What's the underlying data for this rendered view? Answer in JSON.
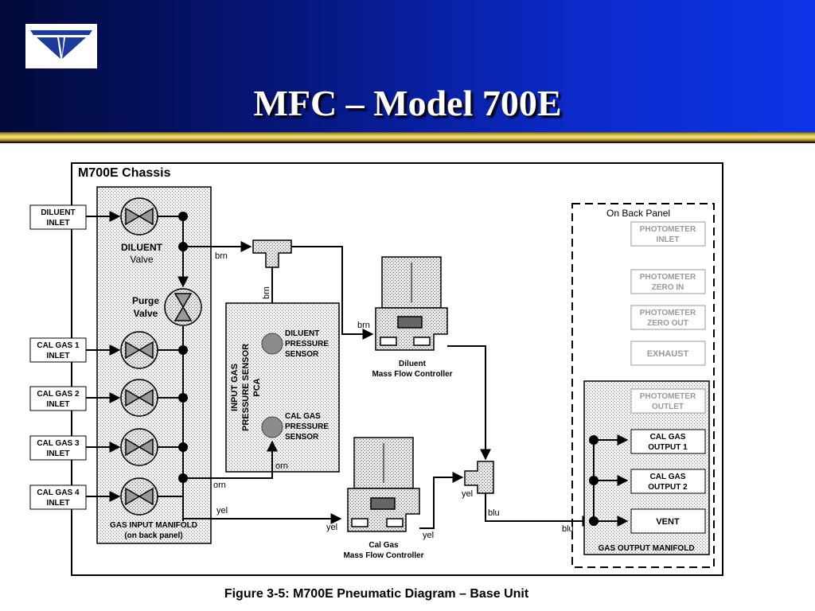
{
  "slide": {
    "title": "MFC – Model 700E",
    "logo_icon": "teledyne-logo-icon",
    "colors": {
      "header_dark": "#020a3a",
      "header_light": "#0d34e8",
      "rule_gold": "#d8c24a"
    }
  },
  "diagram": {
    "chassis_label": "M700E Chassis",
    "inlets": {
      "diluent": [
        "DILUENT",
        "INLET"
      ],
      "cal1": [
        "CAL GAS 1",
        "INLET"
      ],
      "cal2": [
        "CAL GAS 2",
        "INLET"
      ],
      "cal3": [
        "CAL GAS 3",
        "INLET"
      ],
      "cal4": [
        "CAL GAS 4",
        "INLET"
      ]
    },
    "valves": {
      "diluent": [
        "DILUENT",
        "Valve"
      ],
      "purge": [
        "Purge",
        "Valve"
      ]
    },
    "input_manifold": [
      "GAS INPUT MANIFOLD",
      "(on back panel)"
    ],
    "pca": {
      "title": [
        "INPUT GAS",
        "PRESSURE SENSOR",
        "PCA"
      ],
      "diluent_sensor": [
        "DILUENT",
        "PRESSURE",
        "SENSOR"
      ],
      "calgas_sensor": [
        "CAL GAS",
        "PRESSURE",
        "SENSOR"
      ]
    },
    "mfc": {
      "diluent": [
        "Diluent",
        "Mass Flow Controller"
      ],
      "calgas": [
        "Cal Gas",
        "Mass Flow Controller"
      ]
    },
    "tubes": {
      "brn": "brn",
      "orn": "orn",
      "yel": "yel",
      "blu": "blu"
    },
    "back_panel": {
      "label": "On Back Panel",
      "photometer_inlet": [
        "PHOTOMETER",
        "INLET"
      ],
      "photometer_zero_in": [
        "PHOTOMETER",
        "ZERO IN"
      ],
      "photometer_zero_out": [
        "PHOTOMETER",
        "ZERO OUT"
      ],
      "exhaust": "EXHAUST",
      "photometer_outlet": [
        "PHOTOMETER",
        "OUTLET"
      ],
      "cal_output_1": [
        "CAL GAS",
        "OUTPUT 1"
      ],
      "cal_output_2": [
        "CAL GAS",
        "OUTPUT 2"
      ],
      "vent": "VENT",
      "output_manifold": "GAS OUTPUT MANIFOLD"
    },
    "caption": "Figure 3-5:  M700E Pneumatic Diagram – Base Unit"
  }
}
